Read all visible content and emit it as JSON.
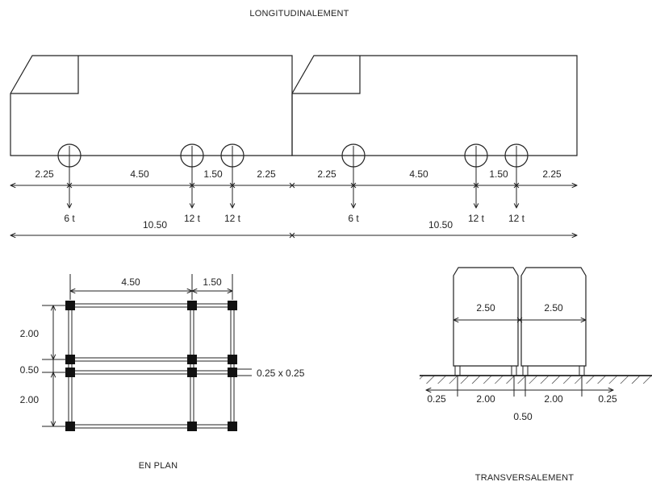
{
  "titles": {
    "longitudinal": "LONGITUDINALEMENT",
    "plan": "EN PLAN",
    "transversal": "TRANSVERSALEMENT"
  },
  "longitudinal": {
    "truck1": {
      "spacings": [
        "2.25",
        "4.50",
        "1.50",
        "2.25"
      ],
      "loads": [
        "6 t",
        "12 t",
        "12 t"
      ],
      "total": "10.50"
    },
    "truck2": {
      "spacings": [
        "2.25",
        "4.50",
        "1.50",
        "2.25"
      ],
      "loads": [
        "6 t",
        "12 t",
        "12 t"
      ],
      "total": "10.50"
    }
  },
  "plan": {
    "top_dims": [
      "4.50",
      "1.50"
    ],
    "side_dims": [
      "2.00",
      "0.50",
      "2.00"
    ],
    "wheel_size": "0.25 x 0.25"
  },
  "transversal": {
    "top_dims": [
      "2.50",
      "2.50"
    ],
    "bottom_dims": [
      "0.25",
      "2.00",
      "2.00",
      "0.25"
    ],
    "gap": "0.50"
  }
}
